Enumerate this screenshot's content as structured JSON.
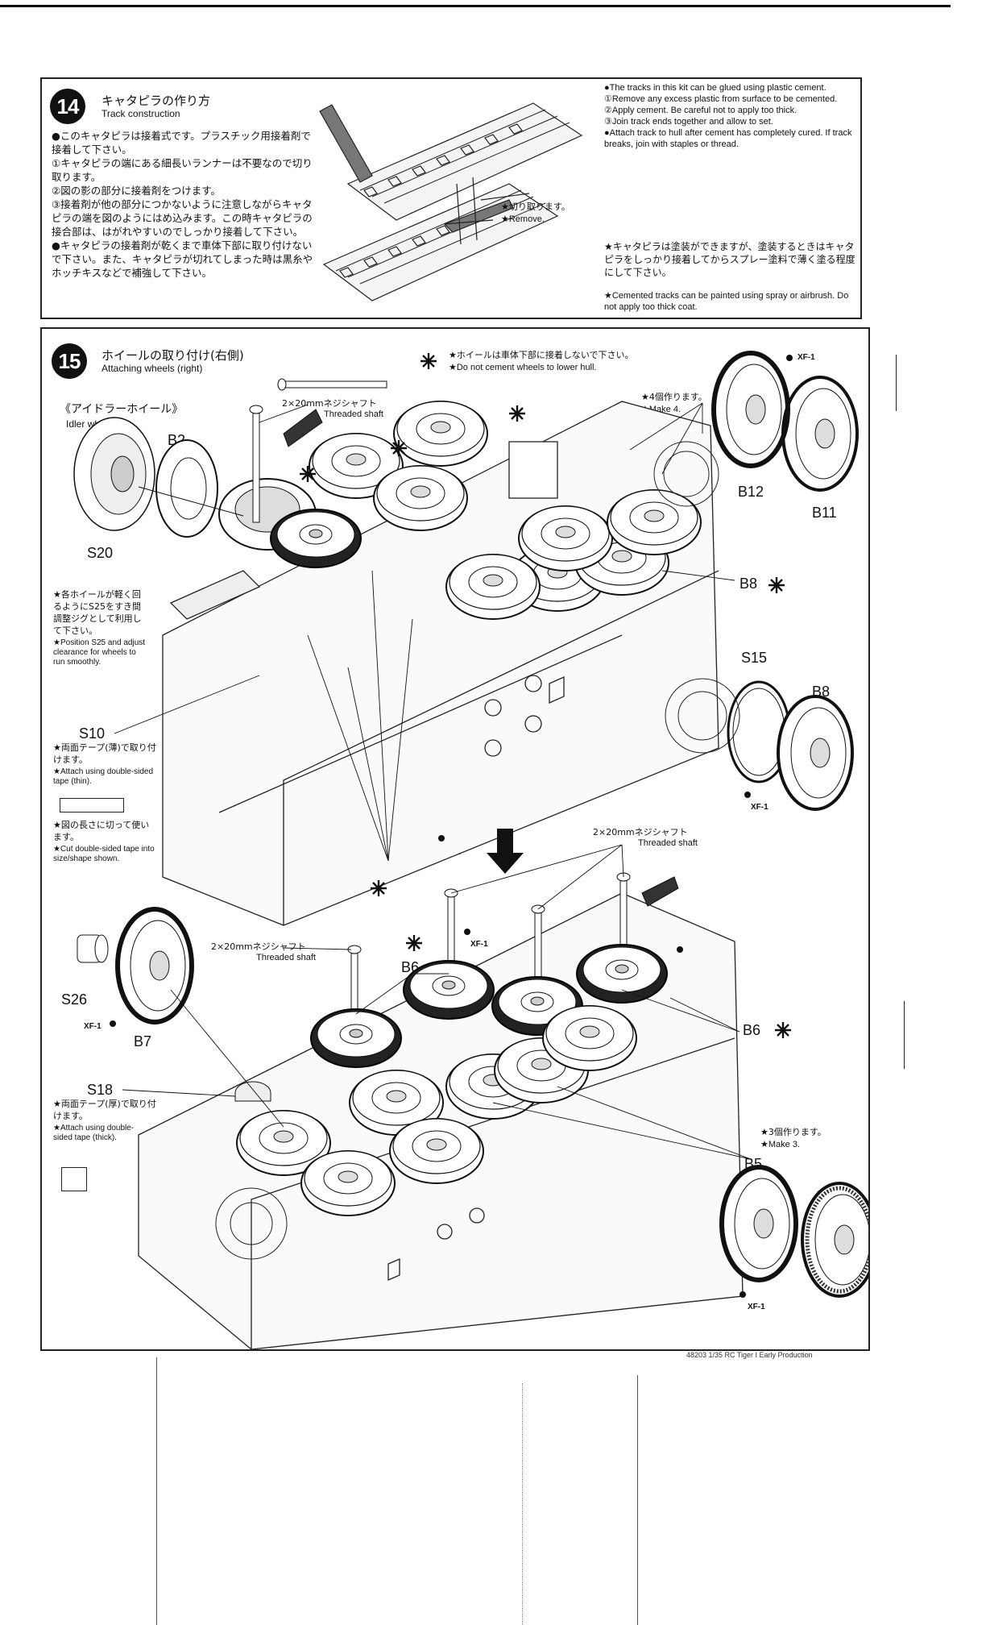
{
  "step14": {
    "number": "14",
    "title_jp": "キャタピラの作り方",
    "title_en": "Track construction",
    "body_jp": "●このキャタピラは接着式です。プラスチック用接着剤で接着して下さい。\n①キャタピラの端にある細長いランナーは不要なので切り取ります。\n②図の影の部分に接着剤をつけます。\n③接着剤が他の部分につかないように注意しながらキャタピラの端を図のようにはめ込みます。この時キャタピラの接合部は、はがれやすいのでしっかり接着して下さい。\n●キャタピラの接着剤が乾くまで車体下部に取り付けないで下さい。また、キャタピラが切れてしまった時は黒糸やホッチキスなどで補強して下さい。",
    "remove_jp": "★切り取ります。",
    "remove_en": "★Remove.",
    "body_en": "●The tracks in this kit can be glued using plastic cement.\n①Remove any excess plastic from surface to be cemented.\n②Apply cement. Be careful not to apply too thick.\n③Join track ends together and allow to set.\n●Attach track to hull after cement has completely cured. If track breaks, join with staples or thread.",
    "paint_jp": "★キャタピラは塗装ができますが、塗装するときはキャタピラをしっかり接着してからスプレー塗料で薄く塗る程度にして下さい。",
    "paint_en": "★Cemented tracks can be painted using spray or airbrush. Do not apply too thick coat."
  },
  "step15": {
    "number": "15",
    "title_jp": "ホイールの取り付け(右側)",
    "title_en": "Attaching wheels (right)",
    "no_cement_jp": "★ホイールは車体下部に接着しないで下さい。",
    "no_cement_en": "★Do not cement wheels to lower hull.",
    "shaft_jp": "2×20mmネジシャフト",
    "shaft_en": "Threaded shaft",
    "idler_jp": "《アイドラーホイール》",
    "idler_en": "Idler wheel",
    "make4_jp": "★4個作ります。",
    "make4_en": "★Make 4.",
    "make3_jp": "★3個作ります。",
    "make3_en": "★Make 3.",
    "jig_jp": "★各ホイールが軽く回るようにS25をすき間調整ジグとして利用して下さい。",
    "jig_en": "★Position S25 and adjust clearance for wheels to run smoothly.",
    "tape_thin_jp": "★両面テープ(薄)で取り付けます。",
    "tape_thin_en": "★Attach using double-sided tape (thin).",
    "cut_jp": "★図の長さに切って使います。",
    "cut_en": "★Cut double-sided tape into size/shape shown.",
    "tape_thick_jp": "★両面テープ(厚)で取り付けます。",
    "tape_thick_en": "★Attach using double-sided tape (thick).",
    "paint": "XF-1",
    "parts": {
      "B2": "B2",
      "S20": "S20",
      "B12": "B12",
      "B11": "B11",
      "B8": "B8",
      "S15": "S15",
      "S10": "S10",
      "B6": "B6",
      "S26": "S26",
      "B7": "B7",
      "S18": "S18",
      "B5": "B5"
    }
  },
  "footer": "48203 1/35 RC Tiger I Early Production"
}
